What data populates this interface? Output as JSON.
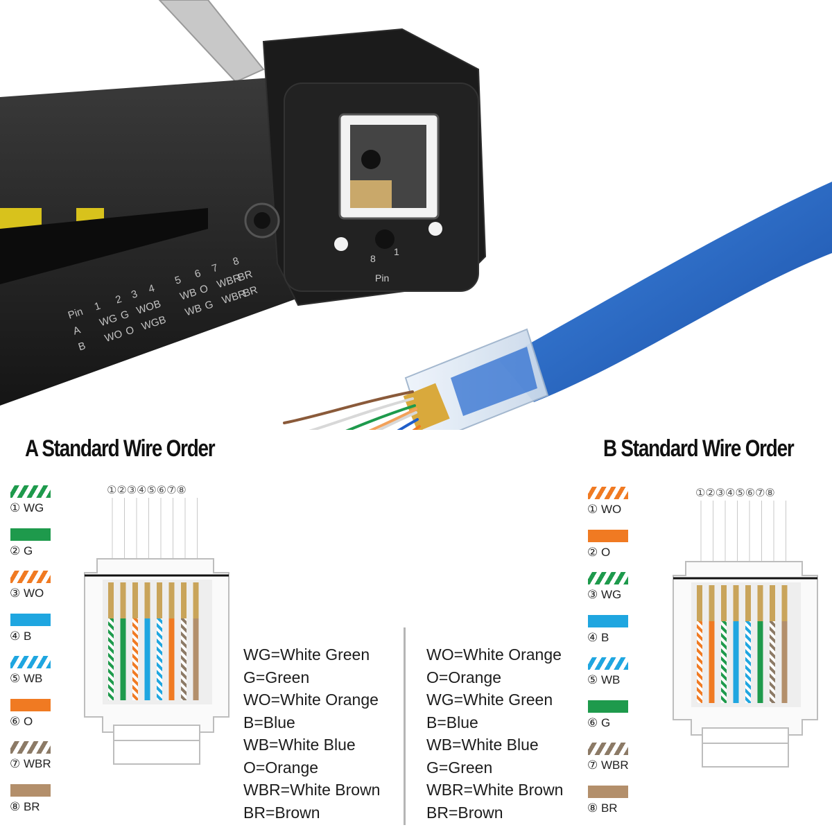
{
  "tool_markings": {
    "row_pin": [
      "Pin",
      "1",
      "2",
      "3",
      "4",
      "5",
      "6",
      "7",
      "8"
    ],
    "row_a": [
      "A",
      "WG",
      "G",
      "WO",
      "B",
      "WB",
      "O",
      "WBR",
      "BR"
    ],
    "row_b": [
      "B",
      "WO",
      "O",
      "WG",
      "B",
      "WB",
      "G",
      "WBR",
      "BR"
    ],
    "die_pin_8": "8",
    "die_pin_1": "1",
    "die_pin_label": "Pin"
  },
  "colors": {
    "white": "#ffffff",
    "green": "#1e9a4c",
    "orange": "#f07a22",
    "blue": "#1fa6e0",
    "brown": "#b38f6b",
    "brown_stripe": "#8c7a66",
    "cable_blue": "#1d5fb8"
  },
  "standard_a": {
    "title": "A Standard Wire Order",
    "pin_header": "①②③④⑤⑥⑦⑧",
    "legend": [
      {
        "label": "① WG",
        "color": "green",
        "striped": true
      },
      {
        "label": "② G",
        "color": "green",
        "striped": false
      },
      {
        "label": "③ WO",
        "color": "orange",
        "striped": true
      },
      {
        "label": "④ B",
        "color": "blue",
        "striped": false
      },
      {
        "label": "⑤ WB",
        "color": "blue",
        "striped": true
      },
      {
        "label": "⑥ O",
        "color": "orange",
        "striped": false
      },
      {
        "label": "⑦ WBR",
        "color": "brown_stripe",
        "striped": true
      },
      {
        "label": "⑧ BR",
        "color": "brown",
        "striped": false
      }
    ],
    "key": [
      "WG=White Green",
      "G=Green",
      "WO=White Orange",
      "B=Blue",
      "WB=White Blue",
      "O=Orange",
      "WBR=White Brown",
      "BR=Brown"
    ]
  },
  "standard_b": {
    "title": "B Standard Wire Order",
    "pin_header": "①②③④⑤⑥⑦⑧",
    "legend": [
      {
        "label": "① WO",
        "color": "orange",
        "striped": true
      },
      {
        "label": "② O",
        "color": "orange",
        "striped": false
      },
      {
        "label": "③ WG",
        "color": "green",
        "striped": true
      },
      {
        "label": "④ B",
        "color": "blue",
        "striped": false
      },
      {
        "label": "⑤ WB",
        "color": "blue",
        "striped": true
      },
      {
        "label": "⑥ G",
        "color": "green",
        "striped": false
      },
      {
        "label": "⑦ WBR",
        "color": "brown_stripe",
        "striped": true
      },
      {
        "label": "⑧ BR",
        "color": "brown",
        "striped": false
      }
    ],
    "key": [
      "WO=White Orange",
      "O=Orange",
      "WG=White Green",
      "B=Blue",
      "WB=White Blue",
      "G=Green",
      "WBR=White Brown",
      "BR=Brown"
    ]
  }
}
